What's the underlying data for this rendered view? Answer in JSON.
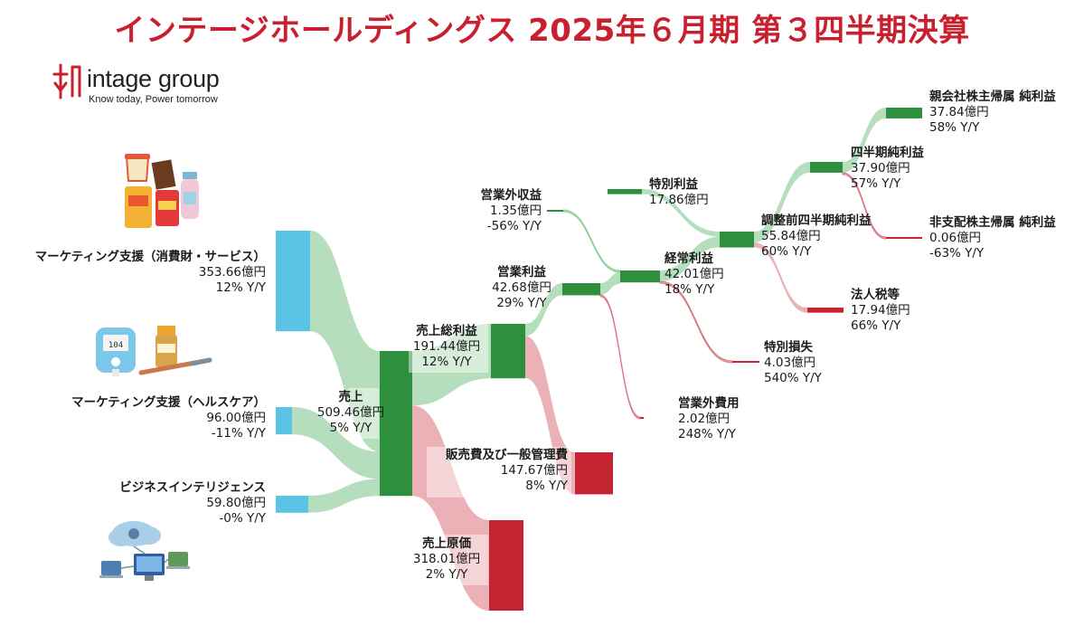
{
  "title": "インテージホールディングス 2025年６月期 第３四半期決算",
  "logo": {
    "name": "intage group",
    "tagline": "Know today, Power tomorrow"
  },
  "colors": {
    "title": "#c8202f",
    "revenue_source": "#5bc3e6",
    "profit": "#2e8f3e",
    "cost": "#c52433",
    "profit_flow": "#a8d8b0",
    "cost_flow": "#e7a3aa"
  },
  "chart_data": {
    "type": "sankey",
    "unit": "億円",
    "nodes": [
      {
        "id": "mkt_consumer",
        "label": "マーケティング支援（消費財・サービス）",
        "value": 353.66,
        "value_text": "353.66億円",
        "yoy": "12% Y/Y"
      },
      {
        "id": "mkt_health",
        "label": "マーケティング支援（ヘルスケア）",
        "value": 96.0,
        "value_text": "96.00億円",
        "yoy": "-11% Y/Y"
      },
      {
        "id": "bi",
        "label": "ビジネスインテリジェンス",
        "value": 59.8,
        "value_text": "59.80億円",
        "yoy": "-0% Y/Y"
      },
      {
        "id": "revenue",
        "label": "売上",
        "value": 509.46,
        "value_text": "509.46億円",
        "yoy": "5% Y/Y"
      },
      {
        "id": "gross_profit",
        "label": "売上総利益",
        "value": 191.44,
        "value_text": "191.44億円",
        "yoy": "12% Y/Y"
      },
      {
        "id": "cogs",
        "label": "売上原価",
        "value": 318.01,
        "value_text": "318.01億円",
        "yoy": "2% Y/Y"
      },
      {
        "id": "sga",
        "label": "販売費及び一般管理費",
        "value": 147.67,
        "value_text": "147.67億円",
        "yoy": "8% Y/Y"
      },
      {
        "id": "op_profit",
        "label": "営業利益",
        "value": 42.68,
        "value_text": "42.68億円",
        "yoy": "29% Y/Y"
      },
      {
        "id": "non_op_income",
        "label": "営業外収益",
        "value": 1.35,
        "value_text": "1.35億円",
        "yoy": "-56% Y/Y"
      },
      {
        "id": "non_op_expense",
        "label": "営業外費用",
        "value": 2.02,
        "value_text": "2.02億円",
        "yoy": "248% Y/Y"
      },
      {
        "id": "ordinary_profit",
        "label": "経常利益",
        "value": 42.01,
        "value_text": "42.01億円",
        "yoy": "18% Y/Y"
      },
      {
        "id": "special_gain",
        "label": "特別利益",
        "value": 17.86,
        "value_text": "17.86億円",
        "yoy": ""
      },
      {
        "id": "special_loss",
        "label": "特別損失",
        "value": 4.03,
        "value_text": "4.03億円",
        "yoy": "540% Y/Y"
      },
      {
        "id": "pretax_profit",
        "label": "調整前四半期純利益",
        "value": 55.84,
        "value_text": "55.84億円",
        "yoy": "60% Y/Y"
      },
      {
        "id": "income_tax",
        "label": "法人税等",
        "value": 17.94,
        "value_text": "17.94億円",
        "yoy": "66% Y/Y"
      },
      {
        "id": "net_profit",
        "label": "四半期純利益",
        "value": 37.9,
        "value_text": "37.90億円",
        "yoy": "57% Y/Y"
      },
      {
        "id": "parent_net",
        "label": "親会社株主帰属 純利益",
        "value": 37.84,
        "value_text": "37.84億円",
        "yoy": "58% Y/Y"
      },
      {
        "id": "noncontrolling_net",
        "label": "非支配株主帰属 純利益",
        "value": 0.06,
        "value_text": "0.06億円",
        "yoy": "-63% Y/Y"
      }
    ],
    "links": [
      {
        "source": "mkt_consumer",
        "target": "revenue",
        "value": 353.66
      },
      {
        "source": "mkt_health",
        "target": "revenue",
        "value": 96.0
      },
      {
        "source": "bi",
        "target": "revenue",
        "value": 59.8
      },
      {
        "source": "revenue",
        "target": "gross_profit",
        "value": 191.44
      },
      {
        "source": "revenue",
        "target": "cogs",
        "value": 318.01
      },
      {
        "source": "gross_profit",
        "target": "op_profit",
        "value": 42.68
      },
      {
        "source": "gross_profit",
        "target": "sga",
        "value": 147.67
      },
      {
        "source": "non_op_income",
        "target": "ordinary_profit",
        "value": 1.35
      },
      {
        "source": "op_profit",
        "target": "ordinary_profit",
        "value": 40.66
      },
      {
        "source": "op_profit",
        "target": "non_op_expense",
        "value": 2.02
      },
      {
        "source": "special_gain",
        "target": "pretax_profit",
        "value": 17.86
      },
      {
        "source": "ordinary_profit",
        "target": "pretax_profit",
        "value": 37.98
      },
      {
        "source": "ordinary_profit",
        "target": "special_loss",
        "value": 4.03
      },
      {
        "source": "pretax_profit",
        "target": "net_profit",
        "value": 37.9
      },
      {
        "source": "pretax_profit",
        "target": "income_tax",
        "value": 17.94
      },
      {
        "source": "net_profit",
        "target": "parent_net",
        "value": 37.84
      },
      {
        "source": "net_profit",
        "target": "noncontrolling_net",
        "value": 0.06
      }
    ]
  },
  "illustrations": [
    {
      "name": "consumer-goods-illustration"
    },
    {
      "name": "healthcare-illustration"
    },
    {
      "name": "business-intelligence-illustration"
    }
  ]
}
